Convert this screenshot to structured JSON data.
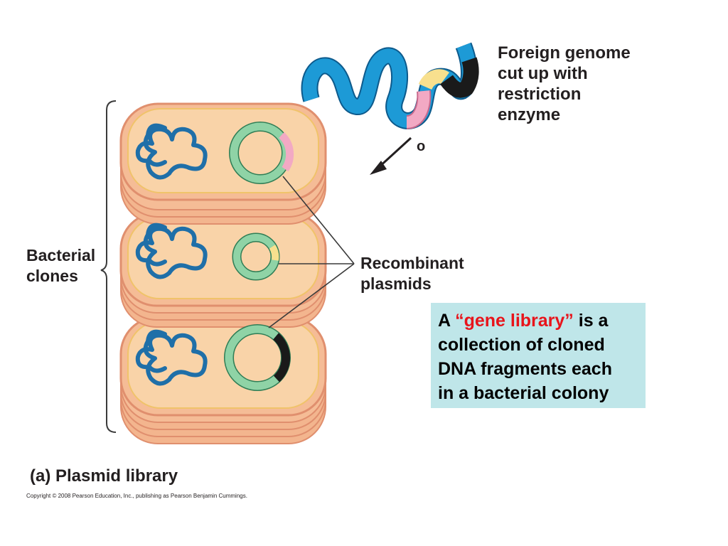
{
  "labels": {
    "foreign_genome": [
      "Foreign genome",
      "cut up with",
      "restriction",
      "enzyme"
    ],
    "recombinant_plasmids": [
      "Recombinant",
      "plasmids"
    ],
    "bacterial_clones": [
      "Bacterial",
      "clones"
    ],
    "caption": "(a) Plasmid library",
    "copyright": "Copyright © 2008 Pearson Education, Inc., publishing as Pearson Benjamin Cummings.",
    "stray_letter": "o"
  },
  "callout": {
    "prefix": "A ",
    "highlight": "“gene library”",
    "suffix": " is a",
    "lines": [
      "collection of cloned",
      "DNA fragments each",
      "in a bacterial colony"
    ]
  },
  "colors": {
    "callout_bg": "#bfe6e9",
    "highlight_text": "#e8141b",
    "cell_fill": "#f9d3a8",
    "cell_edge": "#e5997a",
    "chromosome": "#1f6fa8",
    "plasmid": "#7fc99a",
    "dna_blue": "#1d9ad6",
    "insert_pink": "#f2a9c4",
    "insert_yellow": "#f8e08e",
    "insert_black": "#1a1a1a"
  }
}
